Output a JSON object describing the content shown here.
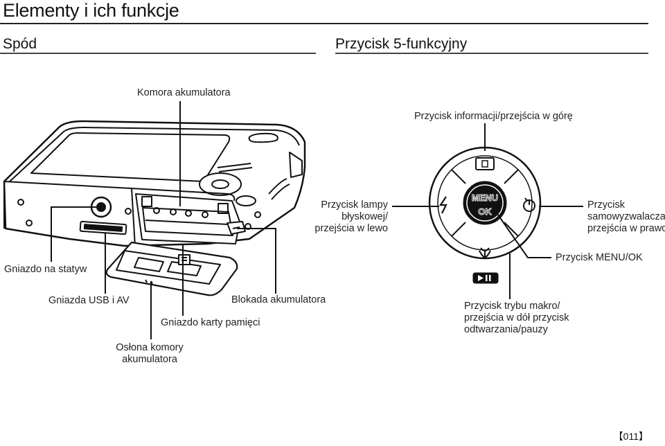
{
  "page": {
    "title": "Elementy i ich funkcje",
    "page_number": "011"
  },
  "left_section": {
    "heading": "Spód",
    "labels": {
      "battery_chamber": "Komora akumulatora",
      "tripod_socket": "Gniazdo na statyw",
      "usb_av": "Gniazda USB i AV",
      "memory_card_slot": "Gniazdo karty pamięci",
      "battery_lock": "Blokada akumulatora",
      "battery_cover_line1": "Osłona komory",
      "battery_cover_line2": "akumulatora"
    }
  },
  "right_section": {
    "heading": "Przycisk 5-funkcyjny",
    "labels": {
      "info_up": "Przycisk informacji/przejścia w górę",
      "flash_left_line1": "Przycisk lampy",
      "flash_left_line2": "błyskowej/",
      "flash_left_line3": "przejścia w lewo",
      "timer_right_line1": "Przycisk",
      "timer_right_line2": "samowyzwalacza/",
      "timer_right_line3": "przejścia w prawo",
      "menu_ok": "Przycisk MENU/OK",
      "macro_down_line1": "Przycisk trybu makro/",
      "macro_down_line2": "przejścia w dół przycisk",
      "macro_down_line3": "odtwarzania/pauzy"
    },
    "button_text": {
      "menu": "MENU",
      "ok": "OK"
    }
  }
}
